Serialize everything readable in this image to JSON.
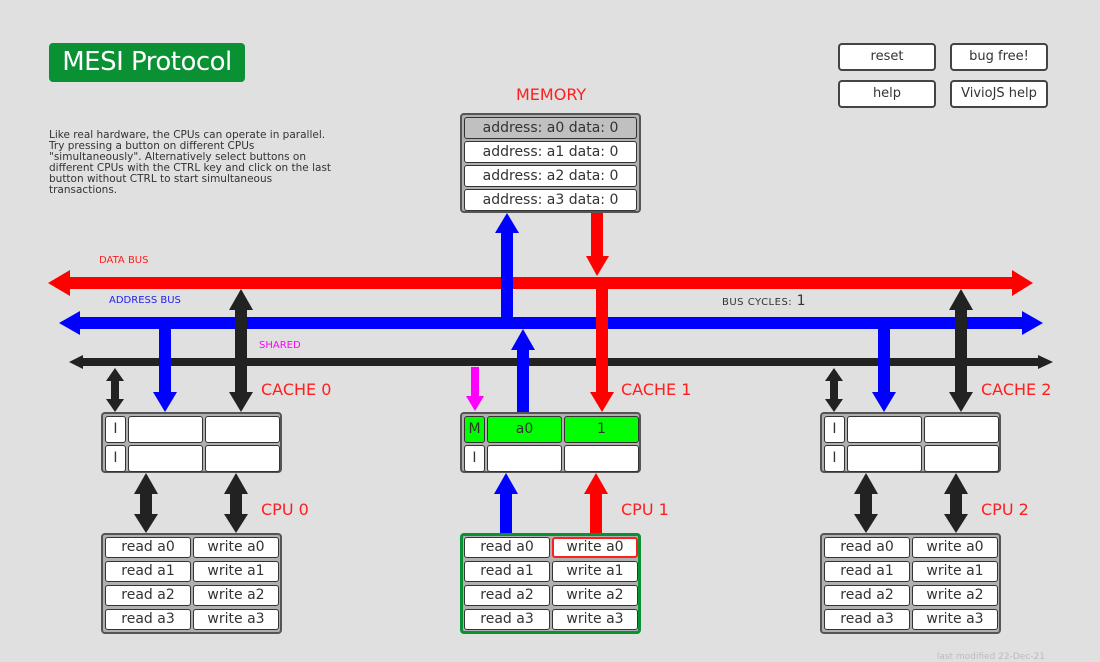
{
  "title": "MESI Protocol",
  "description": "Like real hardware, the CPUs can operate in parallel. Try pressing a button on different CPUs \"simultaneously\". Alternatively select buttons on different CPUs with the CTRL key and click on the last button without CTRL to start simultaneous transactions.",
  "toolbar": {
    "reset": "reset",
    "bug_free": "bug free!",
    "help": "help",
    "viviojs_help": "VivioJS help"
  },
  "memory": {
    "label": "MEMORY",
    "rows": [
      {
        "text": "address: a0 data: 0",
        "active": true
      },
      {
        "text": "address: a1 data: 0",
        "active": false
      },
      {
        "text": "address: a2 data: 0",
        "active": false
      },
      {
        "text": "address: a3 data: 0",
        "active": false
      }
    ]
  },
  "buses": {
    "data_bus": "DATA BUS",
    "address_bus": "ADDRESS BUS",
    "shared": "SHARED",
    "bus_cycles_label": "BUS CYCLES:",
    "bus_cycles_value": "1"
  },
  "colors": {
    "data_bus": "#ff0000",
    "address_bus": "#0000ff",
    "shared": "#ff00ff",
    "control": "#222222",
    "valid_line": "#00ff00",
    "title_bg": "#0a9133",
    "label_red": "#ff1e1e"
  },
  "caches": [
    {
      "label": "CACHE 0",
      "lines": [
        {
          "state": "I",
          "address": "",
          "data": ""
        },
        {
          "state": "I",
          "address": "",
          "data": ""
        }
      ]
    },
    {
      "label": "CACHE 1",
      "lines": [
        {
          "state": "M",
          "address": "a0",
          "data": "1"
        },
        {
          "state": "I",
          "address": "",
          "data": ""
        }
      ]
    },
    {
      "label": "CACHE 2",
      "lines": [
        {
          "state": "I",
          "address": "",
          "data": ""
        },
        {
          "state": "I",
          "address": "",
          "data": ""
        }
      ]
    }
  ],
  "cpus": [
    {
      "label": "CPU 0",
      "active": false,
      "buttons": [
        [
          "read a0",
          "write a0"
        ],
        [
          "read a1",
          "write a1"
        ],
        [
          "read a2",
          "write a2"
        ],
        [
          "read a3",
          "write a3"
        ]
      ]
    },
    {
      "label": "CPU 1",
      "active": true,
      "pending": "write a0",
      "buttons": [
        [
          "read a0",
          "write a0"
        ],
        [
          "read a1",
          "write a1"
        ],
        [
          "read a2",
          "write a2"
        ],
        [
          "read a3",
          "write a3"
        ]
      ]
    },
    {
      "label": "CPU 2",
      "active": false,
      "buttons": [
        [
          "read a0",
          "write a0"
        ],
        [
          "read a1",
          "write a1"
        ],
        [
          "read a2",
          "write a2"
        ],
        [
          "read a3",
          "write a3"
        ]
      ]
    }
  ],
  "footer": "last modified 22-Dec-21"
}
